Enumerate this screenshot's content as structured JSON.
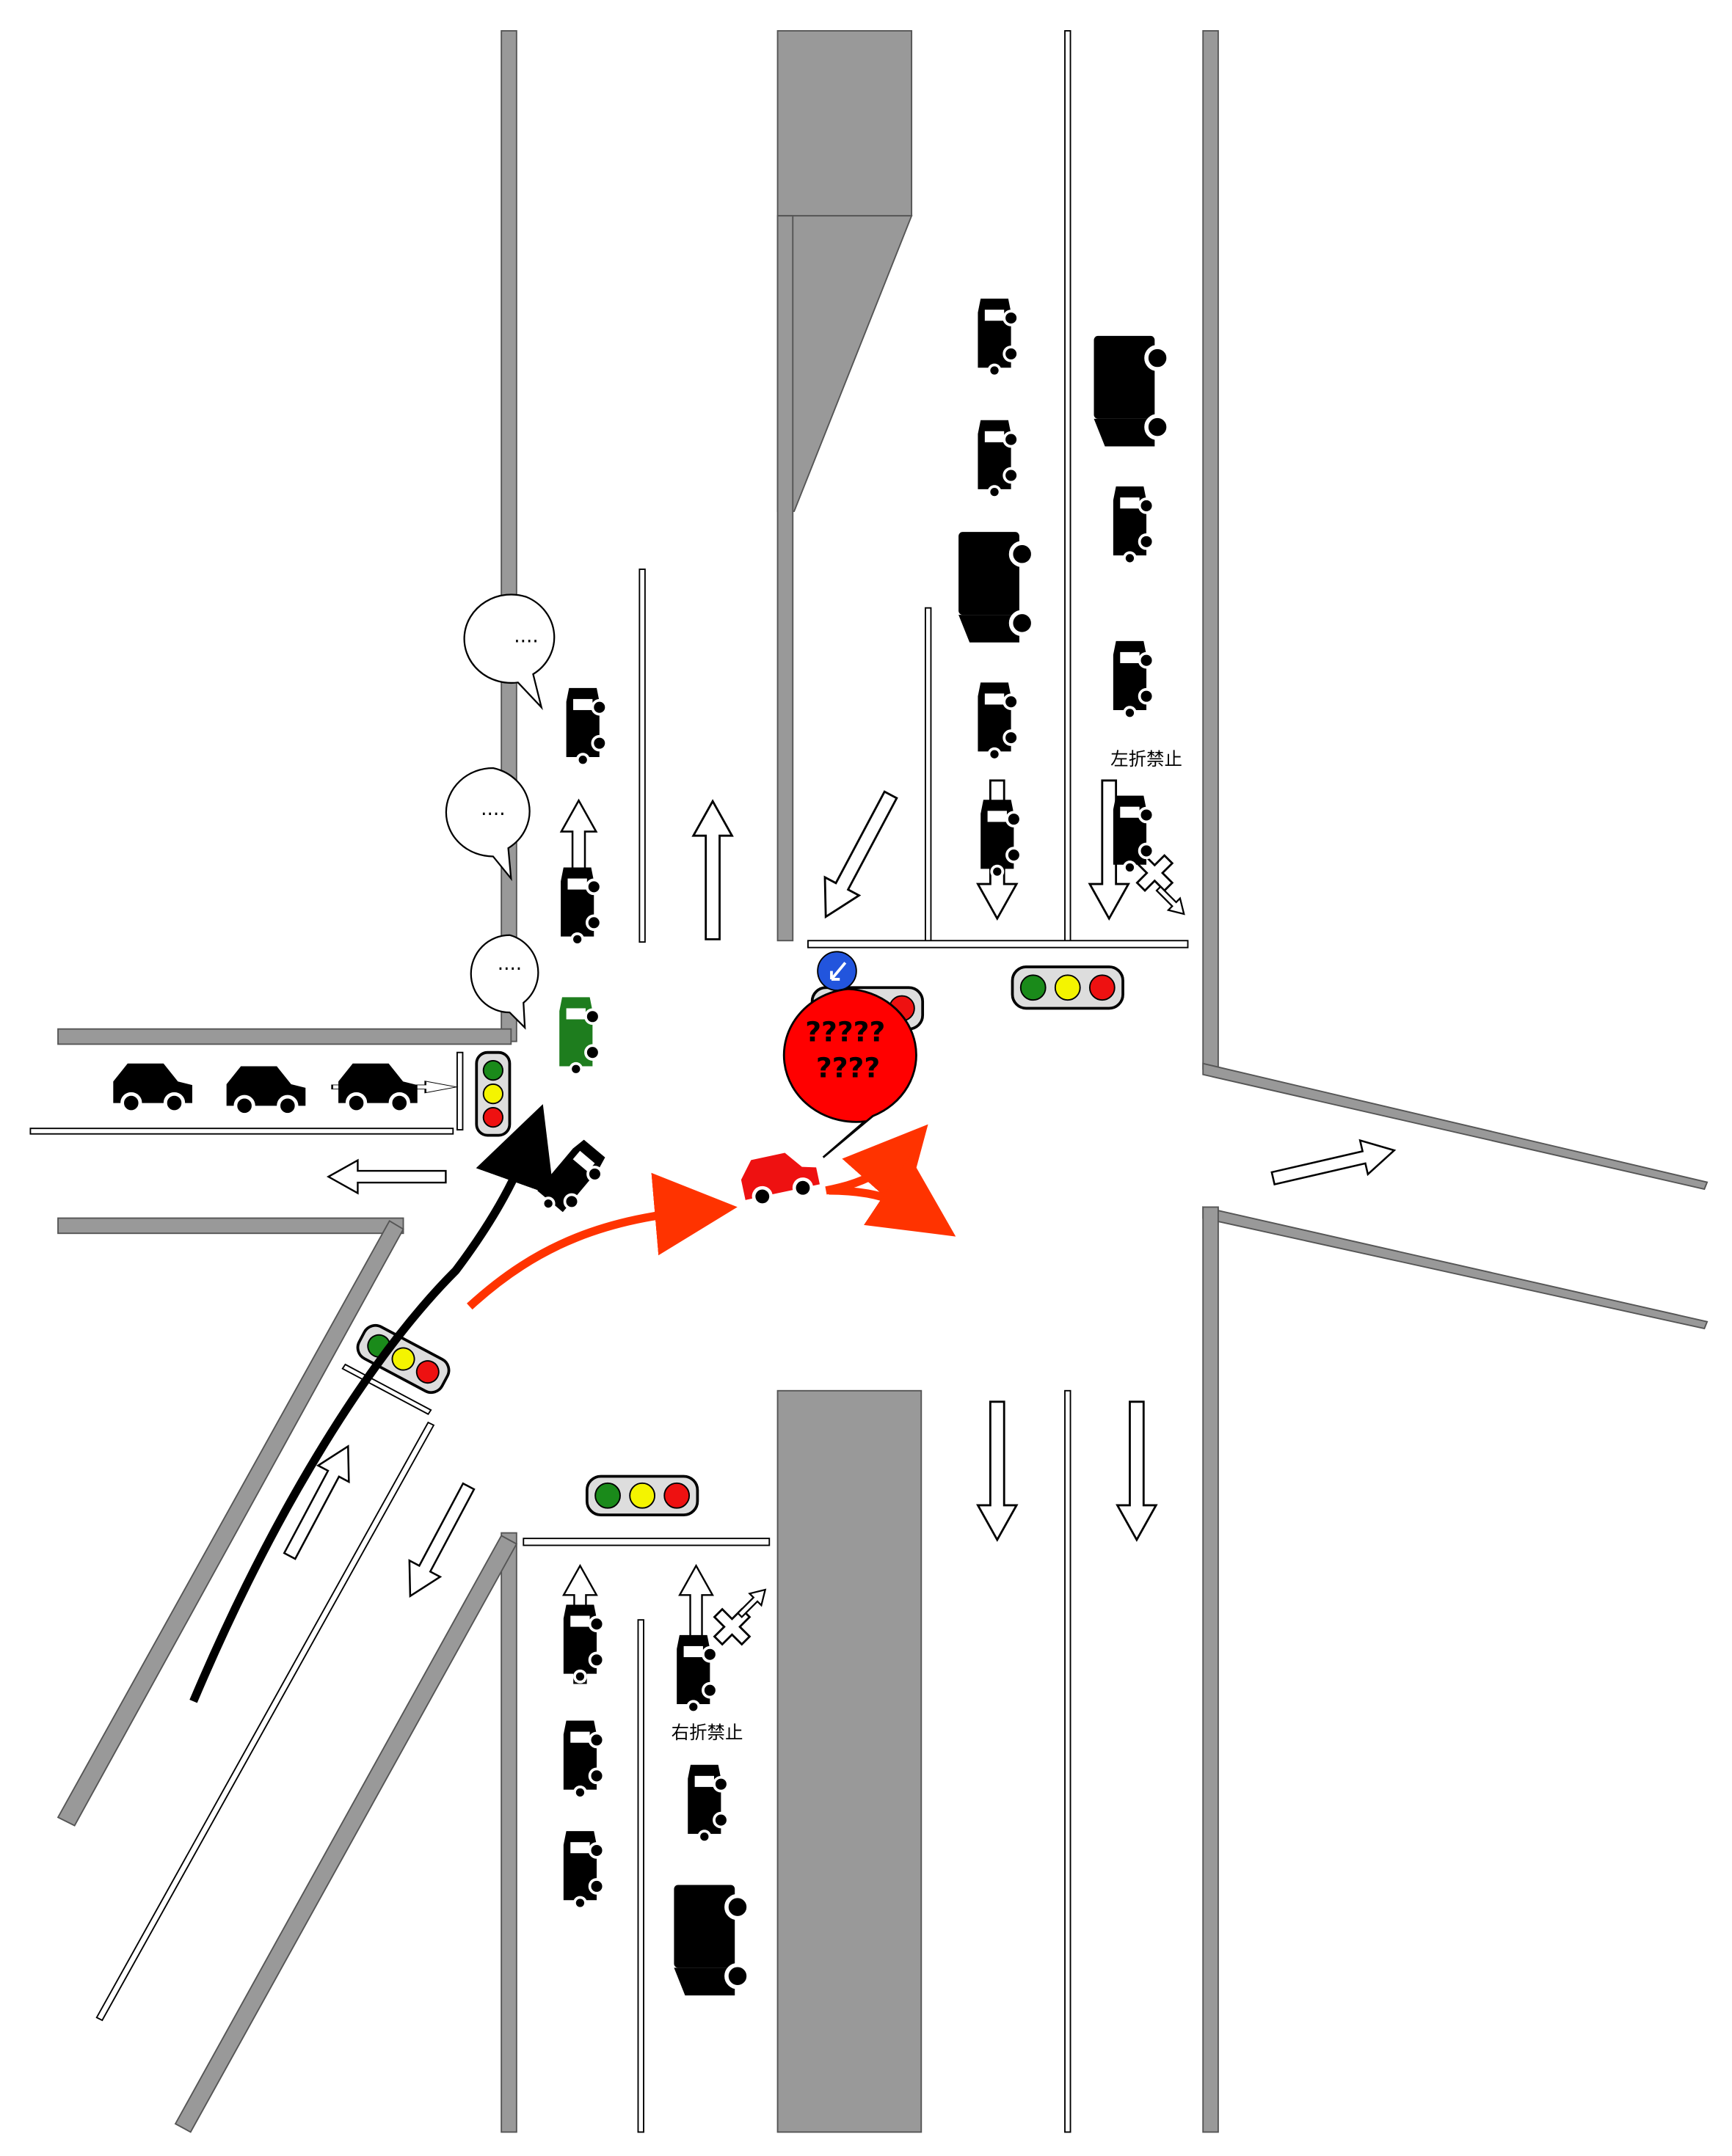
{
  "colors": {
    "curb": "#999999",
    "ink": "#000000",
    "lane_line": "#ffffff",
    "signal_green": "#1a8a1a",
    "signal_yellow": "#f4f400",
    "signal_red": "#ee1111",
    "subject_car": "#ee1111",
    "subject_path": "#ff3300",
    "waiting_car": "#1e7d1e",
    "speech_red": "#ff0000",
    "sign_blue": "#2255dd"
  },
  "labels": {
    "no_left_turn": "左折禁止",
    "no_right_turn": "右折禁止"
  },
  "bubbles": {
    "driver_thought_1": "....",
    "driver_thought_2": "....",
    "driver_thought_3": "....",
    "confused_line1": "?????",
    "confused_line2": "????"
  },
  "icons": {
    "vehicle": "car-icon",
    "truck": "truck-icon",
    "signal": "traffic-light-icon",
    "lane_arrow": "arrow-icon",
    "prohibited_turn": "no-turn-x-icon",
    "keep_left_sign": "keep-left-sign-icon"
  },
  "traffic_lights": [
    {
      "id": "north",
      "lamps": [
        "green",
        "yellow",
        "red"
      ]
    },
    {
      "id": "west",
      "lamps": [
        "green",
        "yellow",
        "red"
      ]
    },
    {
      "id": "southwest",
      "lamps": [
        "green",
        "yellow",
        "red"
      ]
    },
    {
      "id": "south",
      "lamps": [
        "green",
        "yellow",
        "red"
      ]
    }
  ]
}
